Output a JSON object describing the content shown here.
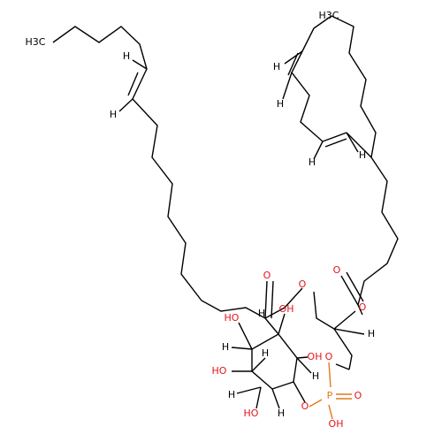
{
  "structure": {
    "colors": {
      "carbon": "#000000",
      "oxygen": "#e4141b",
      "phosphorus": "#e07a1a",
      "background": "#ffffff"
    },
    "labels": {
      "ch3_left": "H3C",
      "ch3_right": "H3C",
      "h": "H",
      "o": "O",
      "p": "P",
      "oh": "OH",
      "ho": "HO"
    }
  }
}
